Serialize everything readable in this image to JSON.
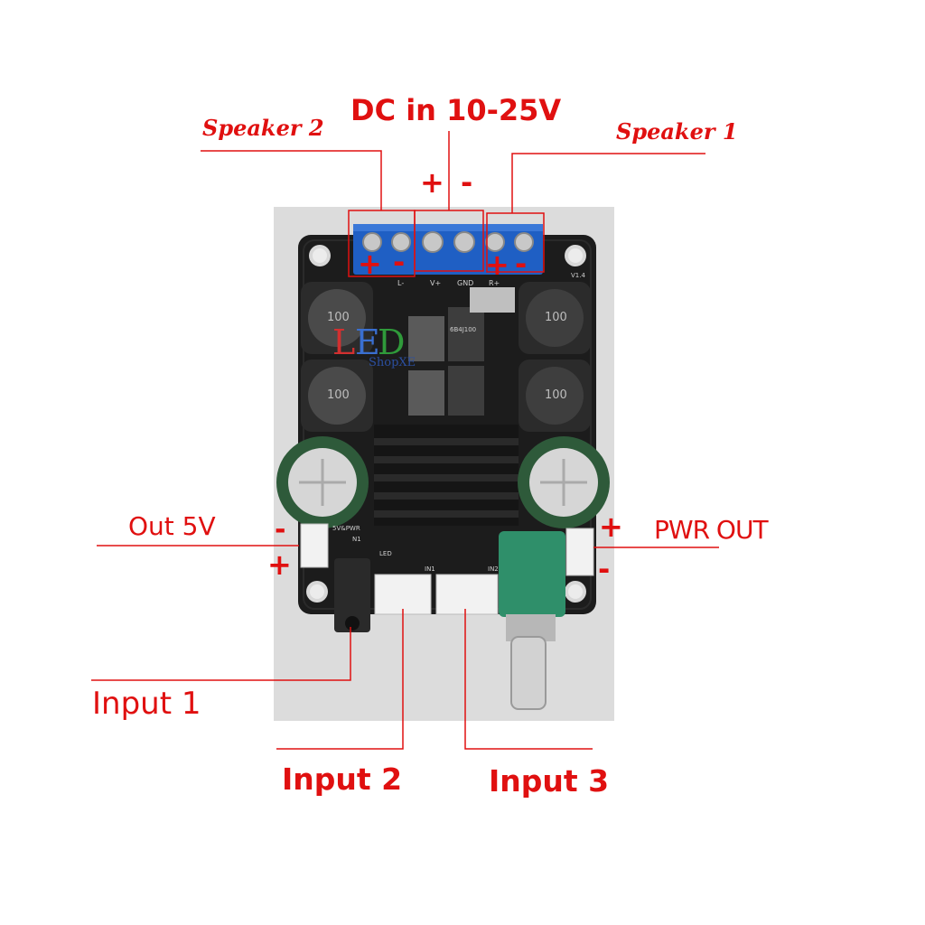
{
  "labels": {
    "dc_in": "DC in 10-25V",
    "speaker2": "Speaker 2",
    "speaker1": "Speaker 1",
    "out5v": "Out 5V",
    "pwr_out": "PWR OUT",
    "input1": "Input 1",
    "input2": "Input 2",
    "input3": "Input 3"
  },
  "signs": {
    "plus": "+",
    "minus": "-"
  },
  "board_silkscreen": {
    "l_minus": "L-",
    "v_plus": "V+",
    "gnd": "GND",
    "r_plus": "R+",
    "version": "V1.4",
    "inductor_value": "100",
    "chip_value": "6B4J100",
    "pwr_header": "5V&PWR",
    "n1": "N1",
    "in1": "IN1",
    "in2": "IN2",
    "led": "LED"
  },
  "watermark": {
    "l": "L",
    "e": "E",
    "d": "D",
    "shop": "ShopXE"
  },
  "colors": {
    "annotation": "#e01010",
    "pcb": "#1c1c1c",
    "terminal_block": "#1f5fc4",
    "capacitor": "#2e5a3a",
    "potentiometer": "#2f8f6a"
  }
}
